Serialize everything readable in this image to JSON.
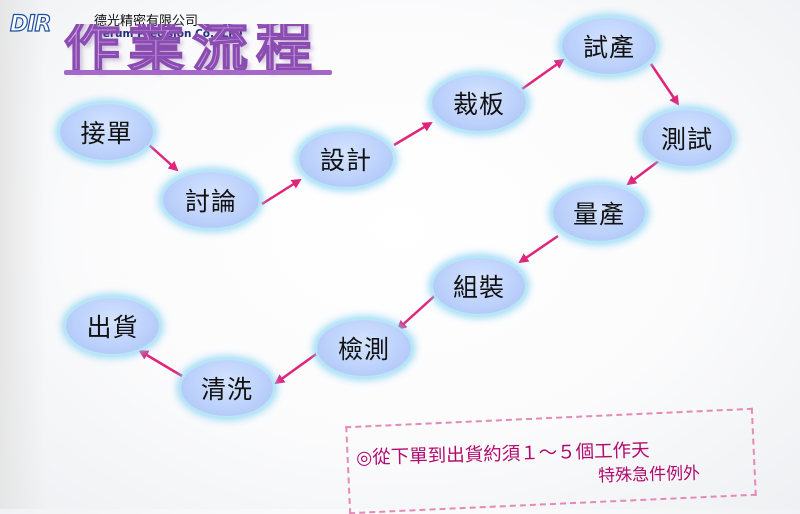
{
  "company": {
    "logo_text": "DIR",
    "name_cn": "德光精密有限公司",
    "name_en": "Derum Precision Co., LTD"
  },
  "title": "作業流程",
  "steps": [
    {
      "id": "receive-order",
      "label": "接單"
    },
    {
      "id": "discussion",
      "label": "討論"
    },
    {
      "id": "design",
      "label": "設計"
    },
    {
      "id": "cutting",
      "label": "裁板"
    },
    {
      "id": "trial-production",
      "label": "試產"
    },
    {
      "id": "testing",
      "label": "測試"
    },
    {
      "id": "mass-production",
      "label": "量產"
    },
    {
      "id": "assembly",
      "label": "組裝"
    },
    {
      "id": "inspection",
      "label": "檢測"
    },
    {
      "id": "cleaning",
      "label": "清洗"
    },
    {
      "id": "shipping",
      "label": "出貨"
    }
  ],
  "note": {
    "line1": "◎從下單到出貨約須１～５個工作天",
    "line2": "特殊急件例外"
  },
  "colors": {
    "arrow": "#e0247c",
    "node_fill": "#bcd1fb",
    "node_glow": "#87d2f5",
    "title": "#cfa6e6",
    "note_text": "#b00b6e"
  }
}
